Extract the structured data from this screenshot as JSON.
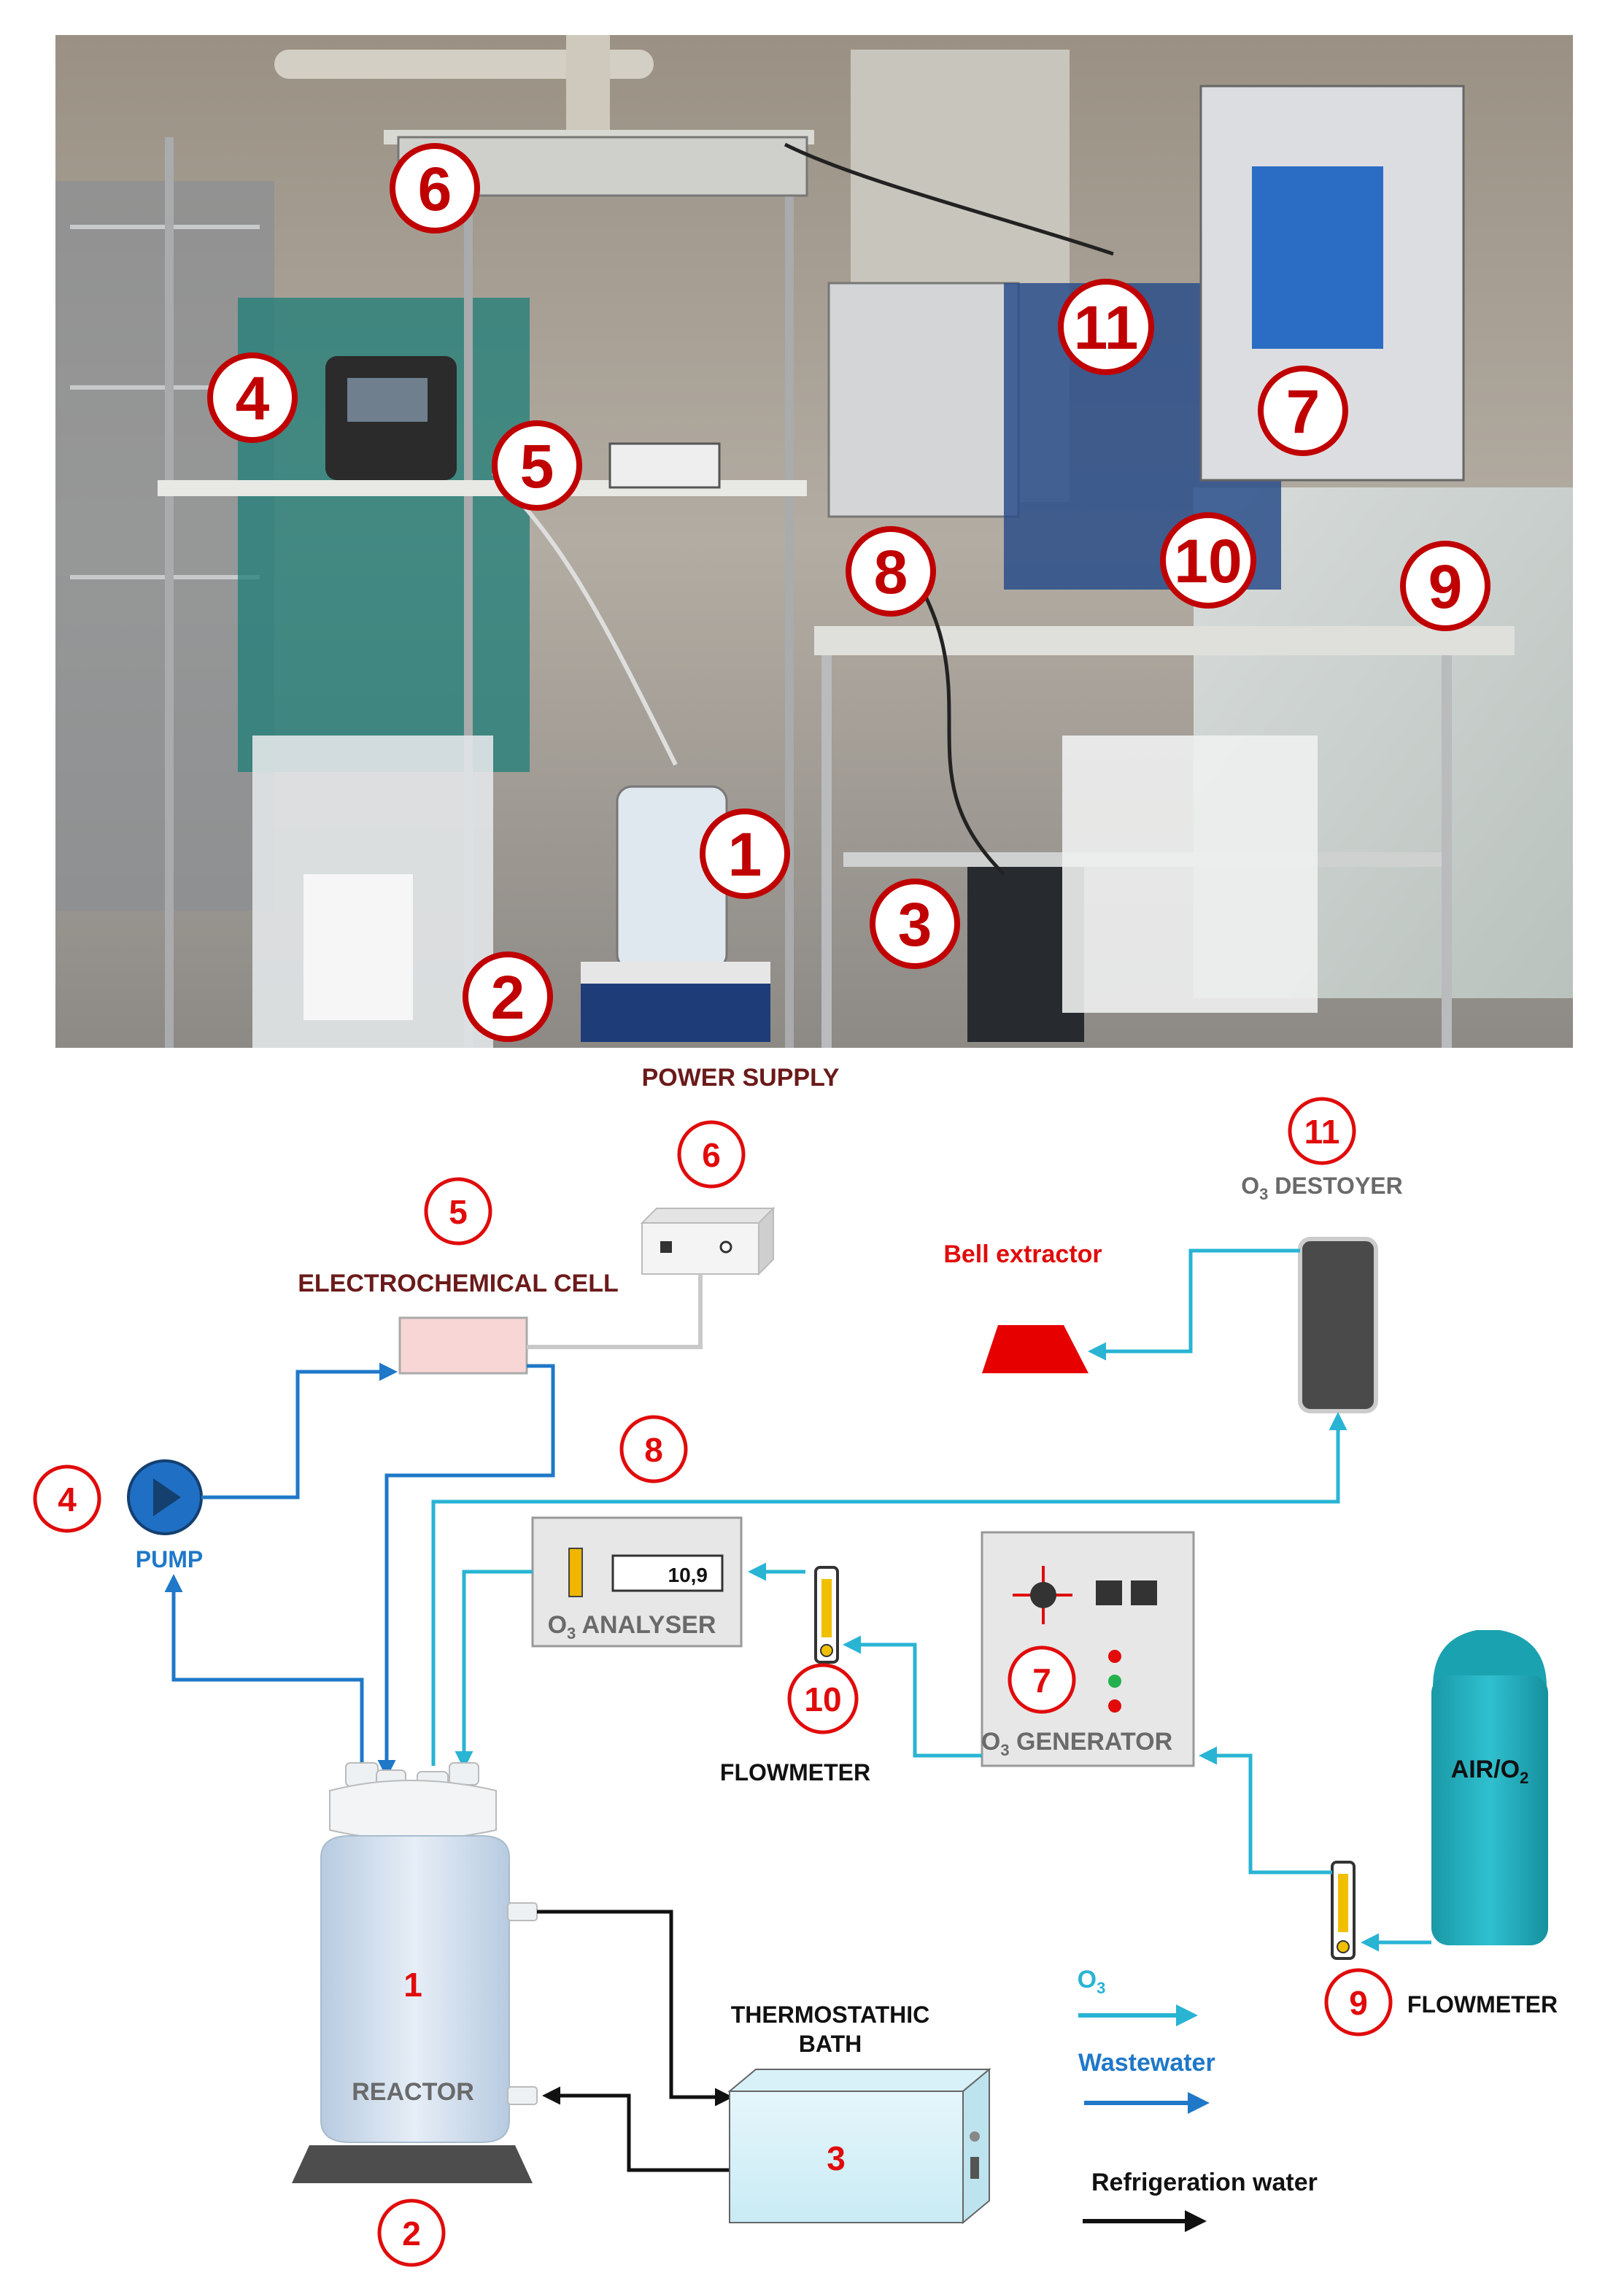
{
  "photo": {
    "markers": [
      "6",
      "4",
      "5",
      "11",
      "7",
      "8",
      "10",
      "9",
      "1",
      "3",
      "2"
    ]
  },
  "diagram": {
    "power_supply": {
      "label": "POWER SUPPLY",
      "number": "6"
    },
    "electrochemical_cell": {
      "label": "ELECTROCHEMICAL CELL",
      "number": "5"
    },
    "pump": {
      "label": "PUMP",
      "number": "4"
    },
    "o3_destroyer": {
      "label_prefix": "O",
      "label_sub": "3",
      "label_suffix": " DESTOYER",
      "number": "11"
    },
    "bell_extractor": {
      "label": "Bell extractor"
    },
    "o3_analyser": {
      "label_prefix": "O",
      "label_sub": "3",
      "label_suffix": " ANALYSER",
      "display": "10,9"
    },
    "line_8": {
      "number": "8"
    },
    "flowmeter_10": {
      "label": "FLOWMETER",
      "number": "10"
    },
    "o3_generator": {
      "label_prefix": "O",
      "label_sub": "3",
      "label_suffix": " GENERATOR",
      "number": "7"
    },
    "air_tank": {
      "label_prefix": "AIR/O",
      "label_sub": "2"
    },
    "flowmeter_9": {
      "label": "FLOWMETER",
      "number": "9"
    },
    "reactor": {
      "label": "REACTOR",
      "number": "1"
    },
    "stirrer": {
      "number": "2"
    },
    "thermostatic_bath": {
      "label_line1": "THERMOSTATHIC",
      "label_line2": "BATH",
      "number": "3"
    },
    "legend": {
      "o3": {
        "prefix": "O",
        "sub": "3",
        "color": "#29b4d4"
      },
      "wastewater": {
        "label": "Wastewater",
        "color": "#1f78c8"
      },
      "refrigeration": {
        "label": "Refrigeration water",
        "color": "#111111"
      }
    }
  }
}
